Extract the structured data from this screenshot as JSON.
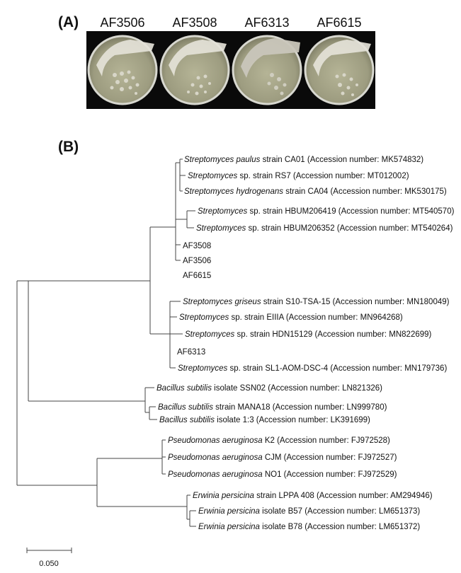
{
  "panel_a": {
    "label": "(A)",
    "plates": [
      {
        "name": "AF3506"
      },
      {
        "name": "AF3508"
      },
      {
        "name": "AF6313"
      },
      {
        "name": "AF6615"
      }
    ]
  },
  "panel_b": {
    "label": "(B)",
    "leaves": [
      {
        "id": "L1",
        "species": "Streptomyces paulus",
        "rest": " strain CA01 (Accession number: MK574832)"
      },
      {
        "id": "L2",
        "species": "Streptomyces",
        "rest": " sp. strain RS7 (Accession number: MT012002)"
      },
      {
        "id": "L3",
        "species": "Streptomyces hydrogenans",
        "rest": " strain CA04 (Accession number: MK530175)"
      },
      {
        "id": "L4",
        "species": "Streptomyces",
        "rest": " sp. strain HBUM206419 (Accession number: MT540570)"
      },
      {
        "id": "L5",
        "species": "Streptomyces",
        "rest": " sp. strain HBUM206352 (Accession number: MT540264)"
      },
      {
        "id": "L6",
        "species": "",
        "rest": "AF3508"
      },
      {
        "id": "L7",
        "species": "",
        "rest": "AF3506"
      },
      {
        "id": "L8",
        "species": "",
        "rest": "AF6615"
      },
      {
        "id": "L9",
        "species": "Streptomyces griseus",
        "rest": " strain S10-TSA-15 (Accession number: MN180049)"
      },
      {
        "id": "L10",
        "species": "Streptomyces",
        "rest": " sp. strain EIIIA (Accession number: MN964268)"
      },
      {
        "id": "L11",
        "species": "Streptomyces",
        "rest": " sp. strain HDN15129 (Accession number: MN822699)"
      },
      {
        "id": "L12",
        "species": "",
        "rest": "AF6313"
      },
      {
        "id": "L13",
        "species": "Streptomyces",
        "rest": " sp. strain SL1-AOM-DSC-4 (Accession number: MN179736)"
      },
      {
        "id": "L14",
        "species": "Bacillus subtilis",
        "rest": " isolate SSN02 (Accession number: LN821326)"
      },
      {
        "id": "L15",
        "species": "Bacillus subtilis",
        "rest": " strain MANA18 (Accession number: LN999780)"
      },
      {
        "id": "L16",
        "species": "Bacillus subtilis",
        "rest": " isolate 1:3 (Accession number: LK391699)"
      },
      {
        "id": "L17",
        "species": "Pseudomonas aeruginosa",
        "rest": " K2 (Accession number: FJ972528)"
      },
      {
        "id": "L18",
        "species": "Pseudomonas aeruginosa",
        "rest": " CJM (Accession number: FJ972527)"
      },
      {
        "id": "L19",
        "species": "Pseudomonas aeruginosa",
        "rest": " NO1 (Accession number: FJ972529)"
      },
      {
        "id": "L20",
        "species": "Erwinia persicina",
        "rest": " strain LPPA 408 (Accession number: AM294946)"
      },
      {
        "id": "L21",
        "species": "Erwinia persicina",
        "rest": " isolate B57 (Accession number: LM651373)"
      },
      {
        "id": "L22",
        "species": "Erwinia persicina",
        "rest": " isolate B78 (Accession number: LM651372)"
      }
    ],
    "scale_bar": {
      "label": "0.050",
      "value": 0.05
    }
  }
}
